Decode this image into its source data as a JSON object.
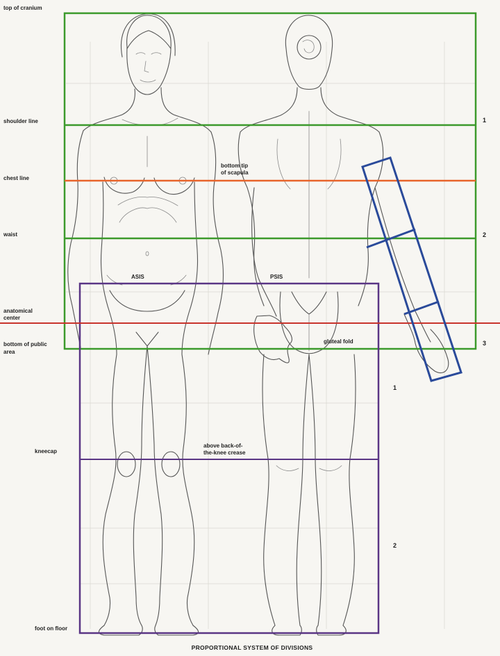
{
  "colors": {
    "green": "#3c9a2c",
    "orange": "#e8642a",
    "red": "#c8342c",
    "purple": "#5a3585",
    "blue": "#2a4a9a"
  },
  "left_labels": {
    "top_of_cranium": "top of cranium",
    "shoulder_line": "shoulder line",
    "chest_line": "chest line",
    "waist": "waist",
    "anatomical_center": [
      "anatomical",
      "center"
    ],
    "bottom_of_public_area": [
      "bottom of public",
      "area"
    ],
    "kneecap": "kneecap",
    "foot_on_floor": "foot on floor"
  },
  "annotations": {
    "bottom_tip_of_scapula": [
      "bottom tip",
      "of scapula"
    ],
    "asis": "ASIS",
    "psis": "PSIS",
    "gluteal_fold": "gluteal fold",
    "above_back_of_knee_crease": [
      "above back-of-",
      "the-knee crease"
    ]
  },
  "green_divisions": [
    "1",
    "2",
    "3"
  ],
  "purple_divisions": [
    "1",
    "2"
  ],
  "caption": "PROPORTIONAL SYSTEM OF DIVISIONS"
}
